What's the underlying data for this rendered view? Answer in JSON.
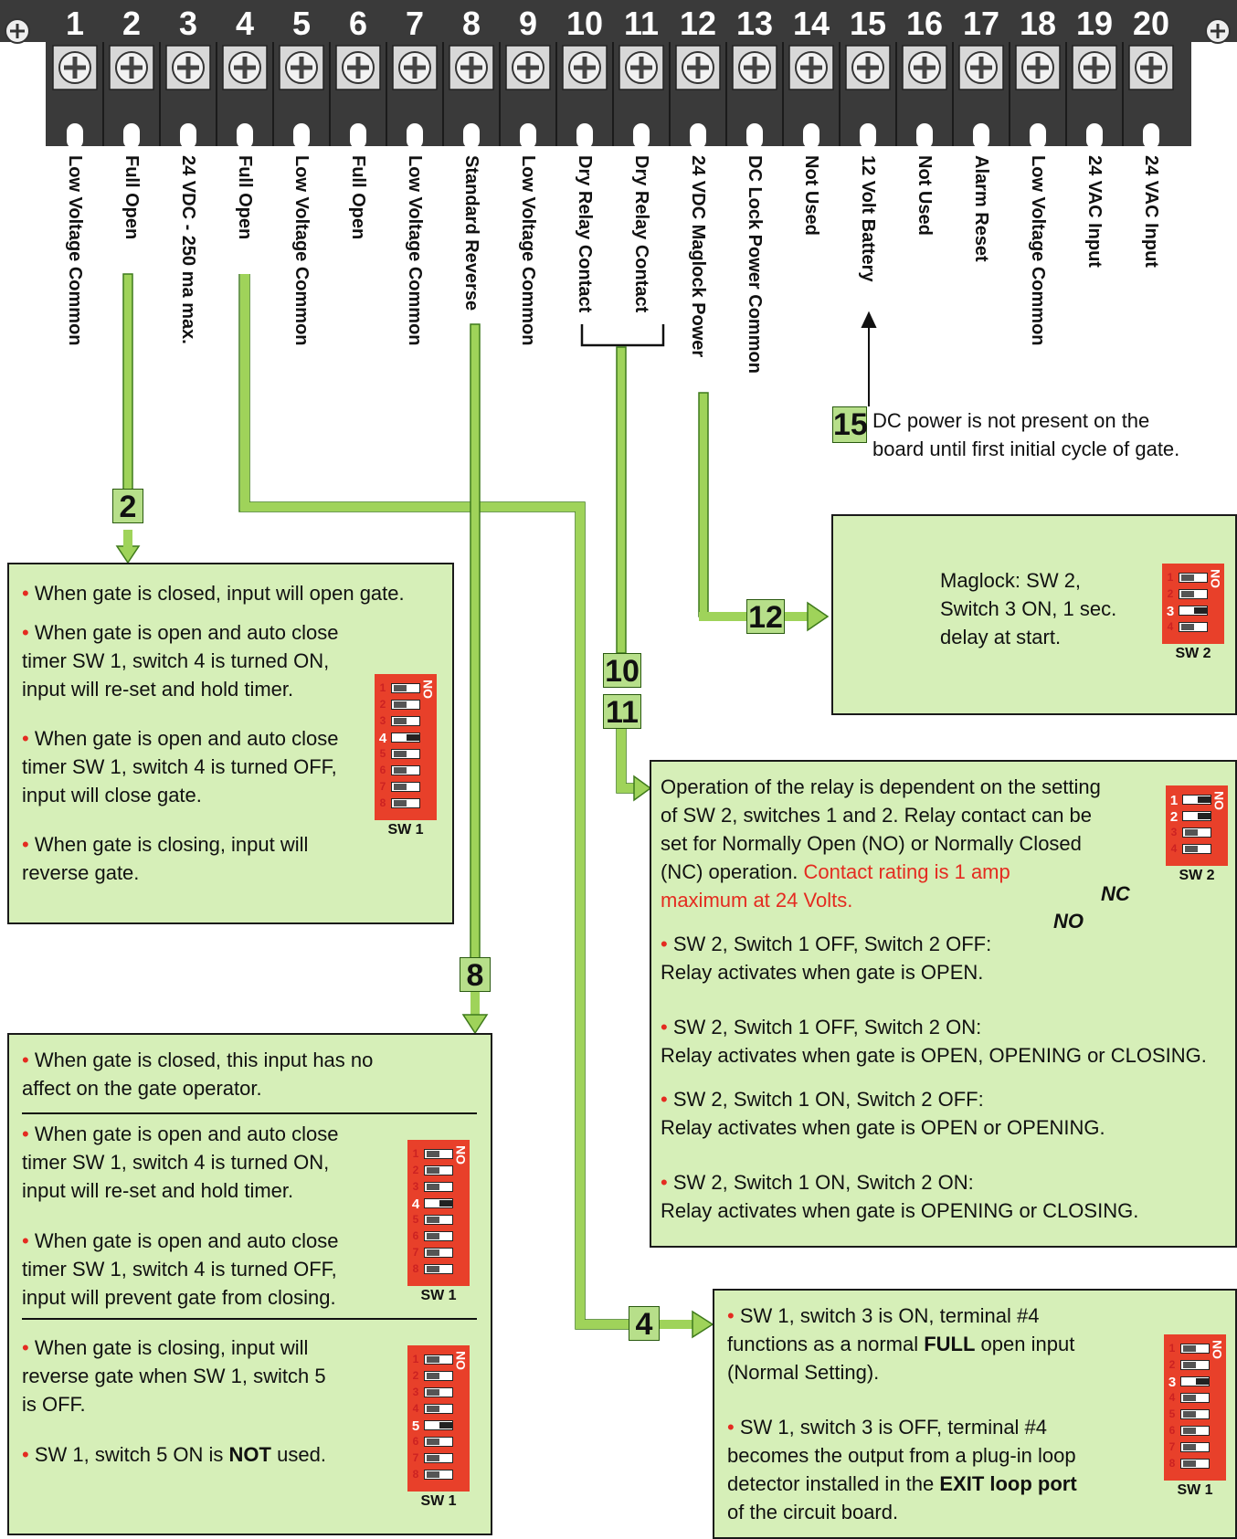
{
  "terminals": [
    {
      "num": "1",
      "label": "Low Voltage Common"
    },
    {
      "num": "2",
      "label": "Full Open"
    },
    {
      "num": "3",
      "label": "24 VDC - 250 ma max."
    },
    {
      "num": "4",
      "label": "Full Open"
    },
    {
      "num": "5",
      "label": "Low Voltage Common"
    },
    {
      "num": "6",
      "label": "Full Open"
    },
    {
      "num": "7",
      "label": "Low Voltage Common"
    },
    {
      "num": "8",
      "label": "Standard Reverse"
    },
    {
      "num": "9",
      "label": "Low Voltage Common"
    },
    {
      "num": "10",
      "label": "Dry Relay Contact"
    },
    {
      "num": "11",
      "label": "Dry Relay Contact"
    },
    {
      "num": "12",
      "label": "24 VDC Maglock Power"
    },
    {
      "num": "13",
      "label": "DC Lock Power Common"
    },
    {
      "num": "14",
      "label": "Not Used"
    },
    {
      "num": "15",
      "label": "12 Volt Battery"
    },
    {
      "num": "16",
      "label": "Not Used"
    },
    {
      "num": "17",
      "label": "Alarm Reset"
    },
    {
      "num": "18",
      "label": "Low Voltage Common"
    },
    {
      "num": "19",
      "label": "24 VAC Input"
    },
    {
      "num": "20",
      "label": "24 VAC Input"
    }
  ],
  "callouts": {
    "c2": "2",
    "c4": "4",
    "c8": "8",
    "c10": "10",
    "c11": "11",
    "c12": "12",
    "c15": "15"
  },
  "note15": {
    "line1": "DC power is not present on the",
    "line2": "board until first initial cycle of gate."
  },
  "box2": {
    "b1": "When gate is closed, input will open gate.",
    "b2a": "When gate is open and auto close",
    "b2b": "timer SW 1, switch 4 is turned ON,",
    "b2c": "input will re-set and hold timer.",
    "b3a": "When gate is open and auto close",
    "b3b": "timer SW 1, switch 4 is turned OFF,",
    "b3c": "input will close gate.",
    "b4a": "When gate is closing, input will",
    "b4b": "reverse gate."
  },
  "box8": {
    "b1a": "When gate is closed, this input has no",
    "b1b": "affect on the gate operator.",
    "b2a": "When gate is open and auto close",
    "b2b": "timer SW 1, switch 4 is turned ON,",
    "b2c": "input will re-set and hold timer.",
    "b3a": "When gate is open and auto close",
    "b3b": "timer SW 1, switch 4 is turned OFF,",
    "b3c": "input will prevent gate from closing.",
    "b4a": "When gate is closing, input will",
    "b4b": "reverse gate when SW 1, switch 5",
    "b4c": "is OFF.",
    "b5pre": "SW 1, switch 5 ON is ",
    "b5bold": "NOT",
    "b5post": " used."
  },
  "box12": {
    "l1": "Maglock: SW 2,",
    "l2": "Switch 3 ON, 1 sec.",
    "l3": "delay at start."
  },
  "box10": {
    "p1": "Operation of the relay is dependent on the setting",
    "p2": "of SW 2, switches 1 and 2. Relay contact can be",
    "p3": "set for Normally Open (NO) or Normally Closed",
    "p4": "(NC) operation. ",
    "red1": "Contact rating is 1 amp",
    "red2": "maximum at 24 Volts.",
    "s1a": "SW 2, Switch 1 OFF, Switch 2 OFF:",
    "s1b": "Relay activates when gate is OPEN.",
    "s2a": "SW 2, Switch 1 OFF, Switch 2 ON:",
    "s2b": "Relay activates when gate is OPEN, OPENING or CLOSING.",
    "s3a": "SW 2, Switch 1 ON, Switch 2 OFF:",
    "s3b": "Relay activates when gate is OPEN or OPENING.",
    "s4a": "SW 2, Switch 1 ON, Switch 2 ON:",
    "s4b": "Relay activates when gate is OPENING or CLOSING.",
    "no": "NO",
    "nc": "NC"
  },
  "box4": {
    "a1": "SW 1, switch 3 is ON, terminal #4",
    "a2pre": "functions as a normal ",
    "a2bold": "FULL",
    "a2post": " open input",
    "a3": "(Normal Setting).",
    "b1": "SW 1, switch 3 is OFF, terminal #4",
    "b2": "becomes the output from a plug-in loop",
    "b3pre": "detector installed in the ",
    "b3bold": "EXIT loop port",
    "b4": "of the circuit board."
  },
  "dip": {
    "on": "ON",
    "sw1": "SW 1",
    "sw2": "SW 2",
    "bullet": "•"
  },
  "colors": {
    "box_fill": "#d6efb8",
    "wire": "#9fd35a",
    "dip_red": "#e8402a",
    "accent_red": "#e42b20",
    "terminal_dark": "#3a3a3a"
  }
}
